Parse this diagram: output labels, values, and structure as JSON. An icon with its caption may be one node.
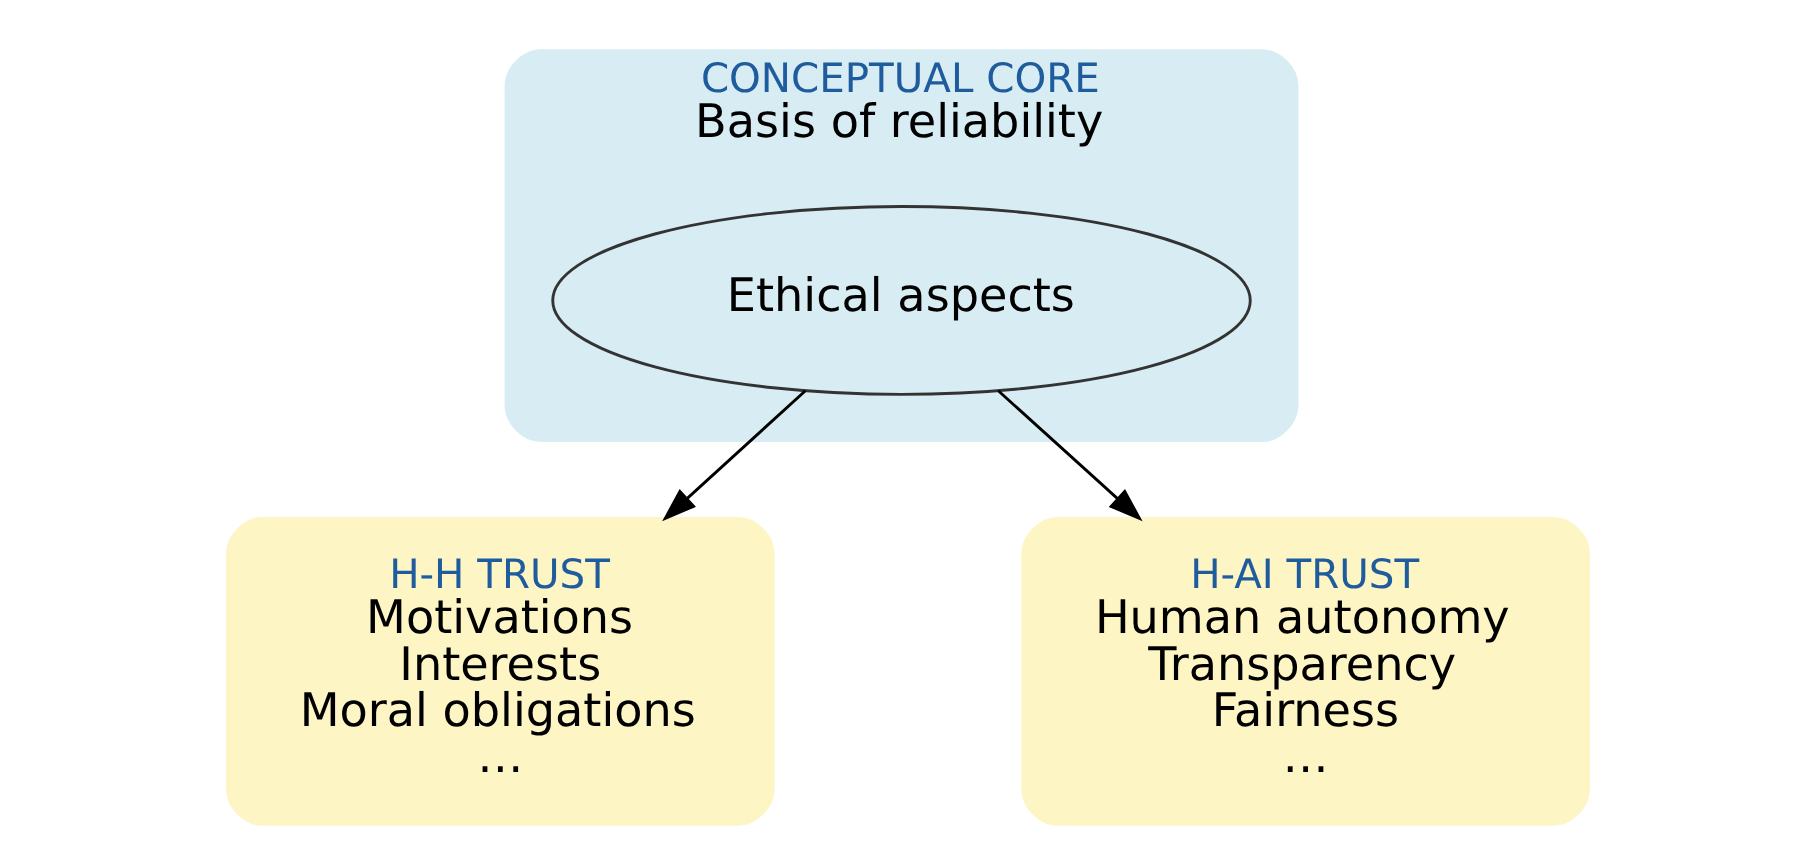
{
  "diagram": {
    "nodes": [
      {
        "text": [
          "CONCEPTUAL CORE",
          "Basis of reliability"
        ]
      },
      {
        "text": [
          "Ethical aspects"
        ],
        "in": 0
      },
      {
        "text": [
          "H-H TRUST",
          "Motivations",
          "Interests",
          "Moral obligations",
          "…"
        ]
      },
      {
        "text": [
          "H-AI TRUST",
          "Human autonomy",
          "Transparency",
          "Fairness",
          "…"
        ]
      }
    ],
    "edges": [
      {
        "from": 1,
        "to": 2,
        "arrow": "to"
      },
      {
        "from": 1,
        "to": 3,
        "arrow": "to"
      }
    ]
  }
}
